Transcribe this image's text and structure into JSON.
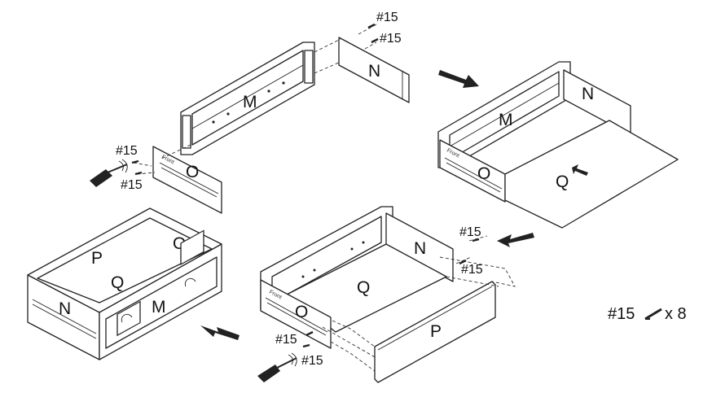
{
  "panel_labels": {
    "back_panel": "M",
    "side_panel_right": "N",
    "side_panel_left": "O",
    "front_panel": "P",
    "bottom_panel": "Q"
  },
  "screw": {
    "code": "#15",
    "count_label": "x 8"
  },
  "front_mark": "Front"
}
